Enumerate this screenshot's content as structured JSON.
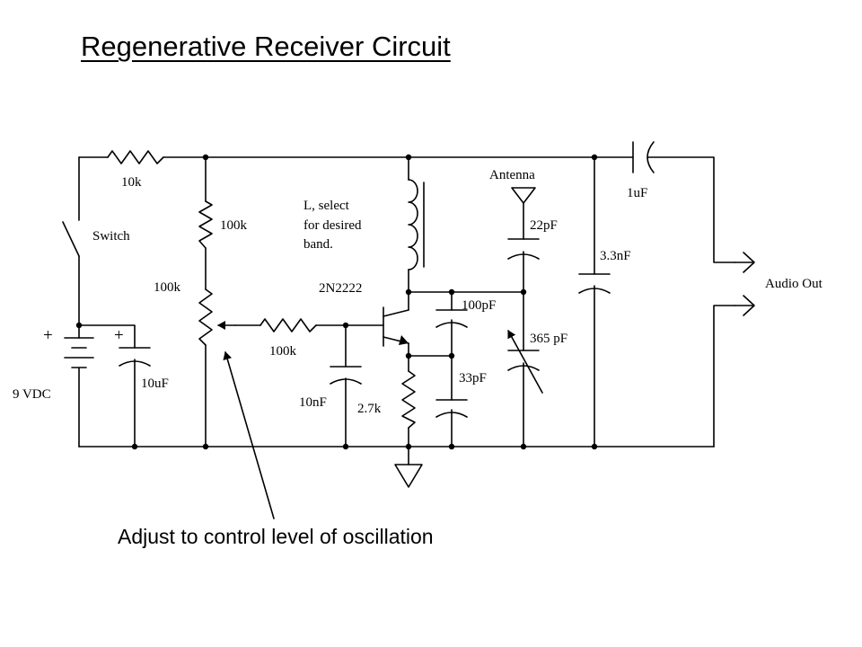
{
  "title": "Regenerative Receiver Circuit",
  "caption": "Adjust to control level of oscillation",
  "components": {
    "r_series": "10k",
    "switch": "Switch",
    "battery_plus": "+",
    "battery": "9 VDC",
    "cap_plus": "+",
    "cap_supply": "10uF",
    "r_divider_top": "100k",
    "pot": "100k",
    "r_base": "100k",
    "cap_base": "10nF",
    "coil_line1": "L, select",
    "coil_line2": "for desired",
    "coil_line3": "band.",
    "transistor": "2N2222",
    "r_emitter": "2.7k",
    "cap_feedback": "100pF",
    "cap_emitter": "33pF",
    "antenna": "Antenna",
    "cap_antenna": "22pF",
    "cap_tuning": "365 pF",
    "cap_bypass": "3.3nF",
    "cap_output": "1uF",
    "output": "Audio Out"
  }
}
